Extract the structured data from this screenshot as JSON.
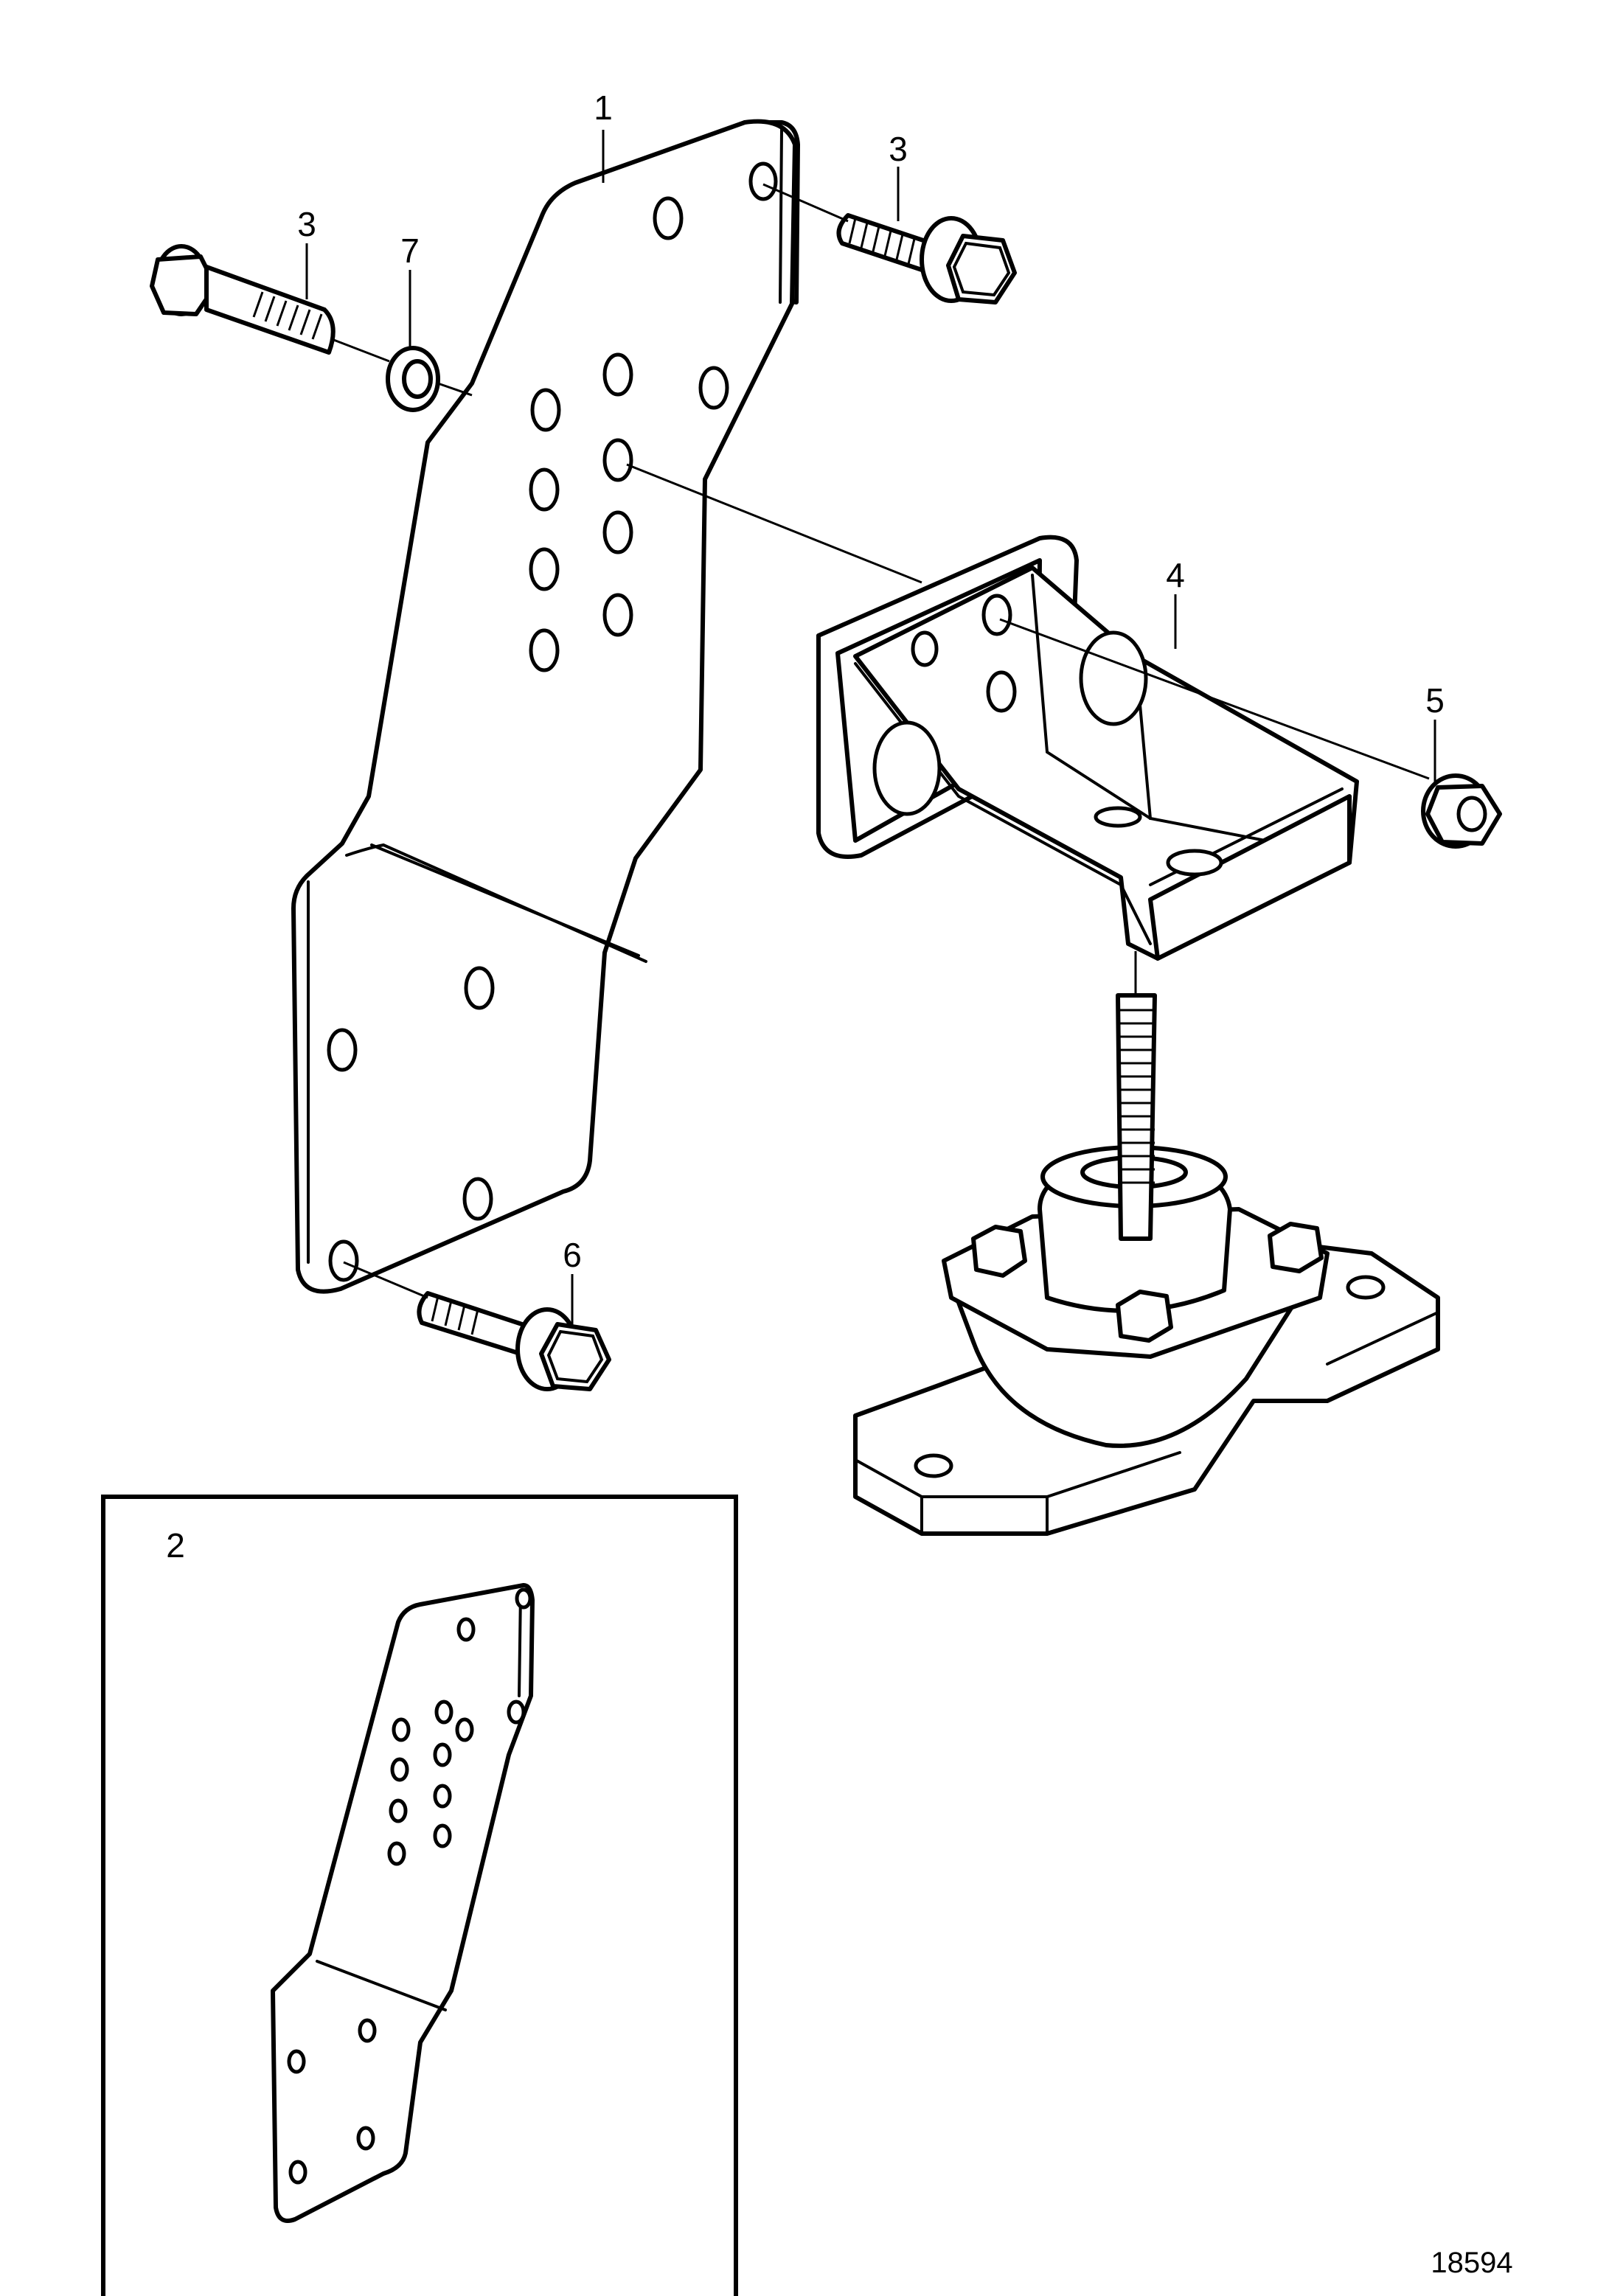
{
  "figure_number": "18594",
  "callouts": {
    "c1": "1",
    "c2": "2",
    "c3a": "3",
    "c3b": "3",
    "c4": "4",
    "c5": "5",
    "c6": "6",
    "c7": "7"
  },
  "icons": {
    "main_plate": "bracket-plate-icon",
    "inset_plate": "bracket-plate-small-icon",
    "angle_bracket": "angle-bracket-icon",
    "engine_mount": "engine-mount-icon",
    "bolt": "flange-bolt-icon",
    "washer": "washer-icon",
    "nut": "flange-nut-icon"
  }
}
